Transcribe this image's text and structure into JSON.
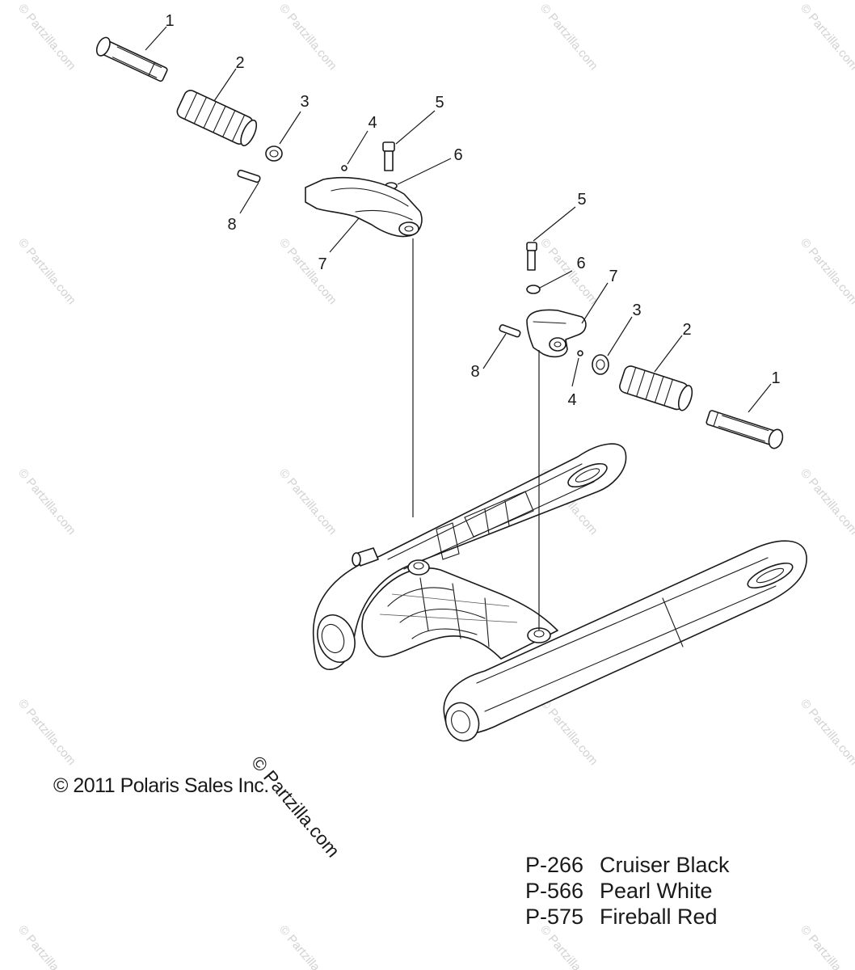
{
  "copyright": "© 2011 Polaris Sales Inc.",
  "watermark_main": "© Partzilla.com",
  "watermark_tile": "© Partzilla.com",
  "callouts": {
    "left": {
      "c1": "1",
      "c2": "2",
      "c3": "3",
      "c4": "4",
      "c5": "5",
      "c6": "6",
      "c7": "7",
      "c8": "8"
    },
    "right": {
      "c1": "1",
      "c2": "2",
      "c3": "3",
      "c4": "4",
      "c5": "5",
      "c6": "6",
      "c7": "7",
      "c8": "8"
    }
  },
  "color_codes": [
    {
      "code": "P-266",
      "name": "Cruiser Black"
    },
    {
      "code": "P-566",
      "name": "Pearl White"
    },
    {
      "code": "P-575",
      "name": "Fireball Red"
    }
  ]
}
